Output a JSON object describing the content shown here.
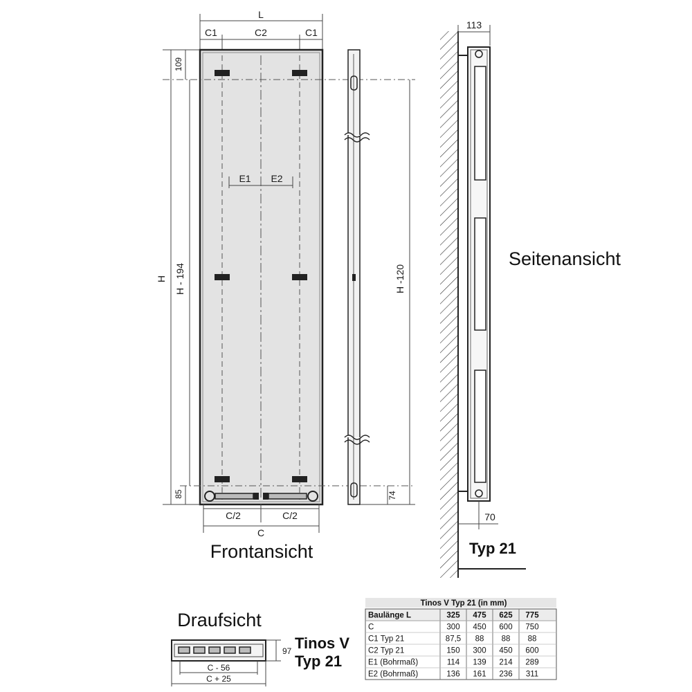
{
  "views": {
    "front": "Frontansicht",
    "side": "Seitenansicht",
    "top": "Draufsicht"
  },
  "product": {
    "name": "Tinos V",
    "type": "Typ 21",
    "side_type": "Typ 21"
  },
  "dimensions": {
    "L": "L",
    "C1_left": "C1",
    "C2": "C2",
    "C1_right": "C1",
    "top_offset": "109",
    "H": "H",
    "H194": "H - 194",
    "H120": "H -120",
    "E1": "E1",
    "E2": "E2",
    "bottom_offset": "85",
    "bottom_bracket": "74",
    "C_half_left": "C/2",
    "C_half_right": "C/2",
    "C": "C",
    "depth_top": "113",
    "wall_offset": "70",
    "top_depth": "97",
    "C56": "C - 56",
    "C25": "C + 25"
  },
  "table": {
    "title": "Tinos V Typ 21 (in mm)",
    "header": [
      "Baulänge L",
      "325",
      "475",
      "625",
      "775"
    ],
    "rows": [
      [
        "C",
        "300",
        "450",
        "600",
        "750"
      ],
      [
        "C1 Typ 21",
        "87,5",
        "88",
        "88",
        "88"
      ],
      [
        "C2 Typ 21",
        "150",
        "300",
        "450",
        "600"
      ],
      [
        "E1 (Bohrmaß)",
        "114",
        "139",
        "214",
        "289"
      ],
      [
        "E2 (Bohrmaß)",
        "136",
        "161",
        "236",
        "311"
      ]
    ]
  }
}
